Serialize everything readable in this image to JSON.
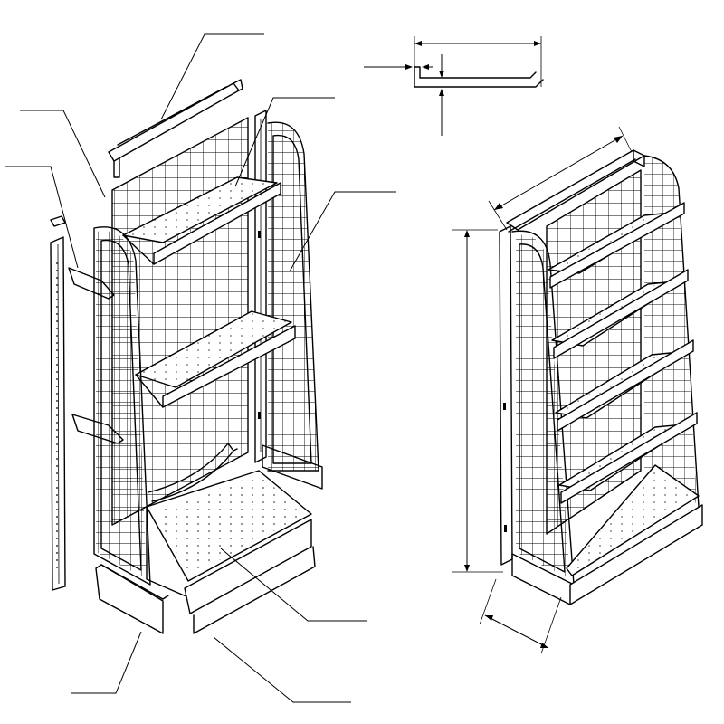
{
  "figure": {
    "subject": "gondola-shelving-unit",
    "views": [
      "exploded-view",
      "profile-dimension-detail",
      "assembled-view"
    ],
    "line_color": "#000000",
    "background_color": "#ffffff",
    "labels": []
  }
}
